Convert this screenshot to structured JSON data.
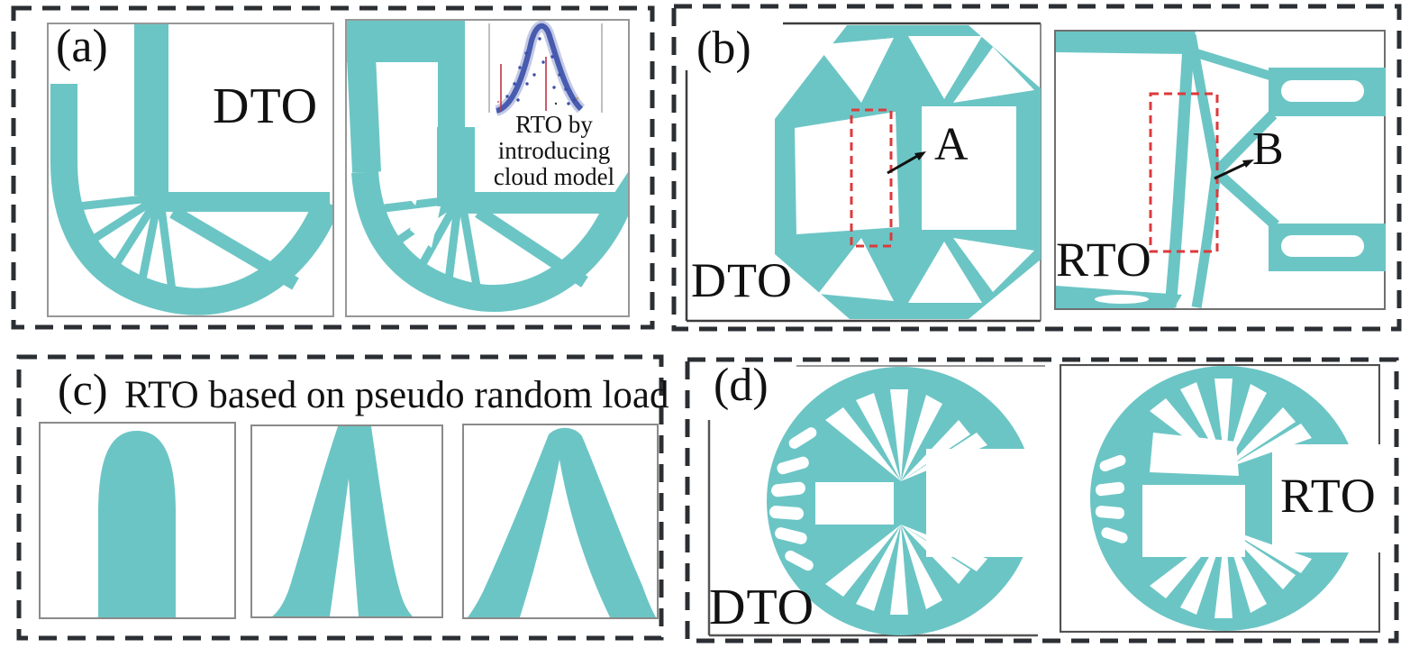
{
  "figure": {
    "description": "Four-panel comparison figure of deterministic (DTO) and robust (RTO) topology optimization results",
    "colors": {
      "structure_teal": "#6cc5c5",
      "annotation_red": "#dd3a3c",
      "scatter_blue": "#3a4fa8",
      "dashed_border": "#2b2f33",
      "text_black": "#111111",
      "box_border_gray": "#8a8a8a"
    },
    "panels": [
      {
        "id": "a",
        "tag": "(a)",
        "dto": "DTO",
        "inset_caption": [
          "RTO by",
          "introducing",
          "cloud model"
        ]
      },
      {
        "id": "b",
        "tag": "(b)",
        "dto": "DTO",
        "rto": "RTO",
        "marker_a": "A",
        "marker_b": "B"
      },
      {
        "id": "c",
        "tag": "(c)",
        "title": "RTO based on pseudo random load"
      },
      {
        "id": "d",
        "tag": "(d)",
        "dto": "DTO",
        "rto": "RTO"
      }
    ]
  }
}
